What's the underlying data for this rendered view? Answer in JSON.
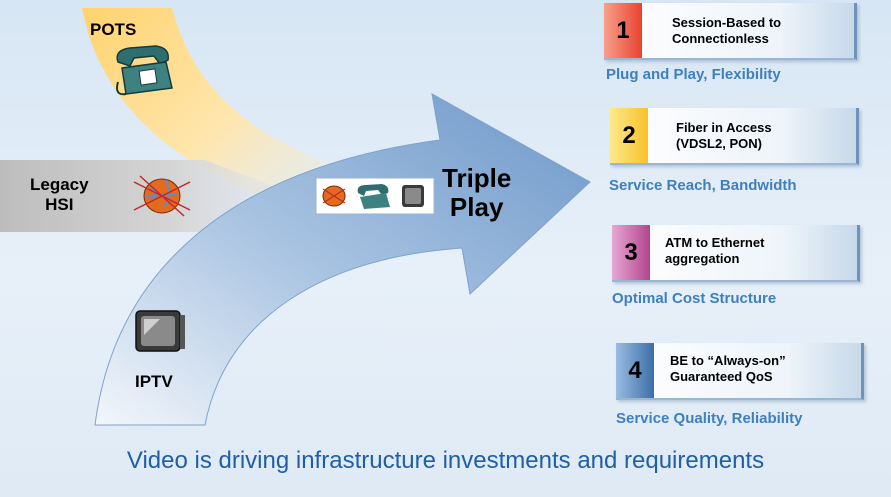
{
  "sources": {
    "pots": "POTS",
    "hsi": [
      "Legacy",
      "HSI"
    ],
    "iptv": "IPTV"
  },
  "target": [
    "Triple",
    "Play"
  ],
  "steps": [
    {
      "number": "1",
      "title": "Session-Based to Connectionless",
      "subtitle": "Plug and Play, Flexibility",
      "color": "#e8432f"
    },
    {
      "number": "2",
      "title": "Fiber in Access (VDSL2, PON)",
      "subtitle": "Service Reach, Bandwidth",
      "color": "#f7c22b"
    },
    {
      "number": "3",
      "title": "ATM to Ethernet aggregation",
      "subtitle": "Optimal Cost Structure",
      "color": "#b2458e"
    },
    {
      "number": "4",
      "title": "BE to “Always-on” Guaranteed QoS",
      "subtitle": "Service Quality, Reliability",
      "color": "#3b6ea8"
    }
  ],
  "caption": "Video is driving infrastructure investments and requirements",
  "icons": [
    "telephone-icon",
    "globe-network-icon",
    "television-icon"
  ]
}
